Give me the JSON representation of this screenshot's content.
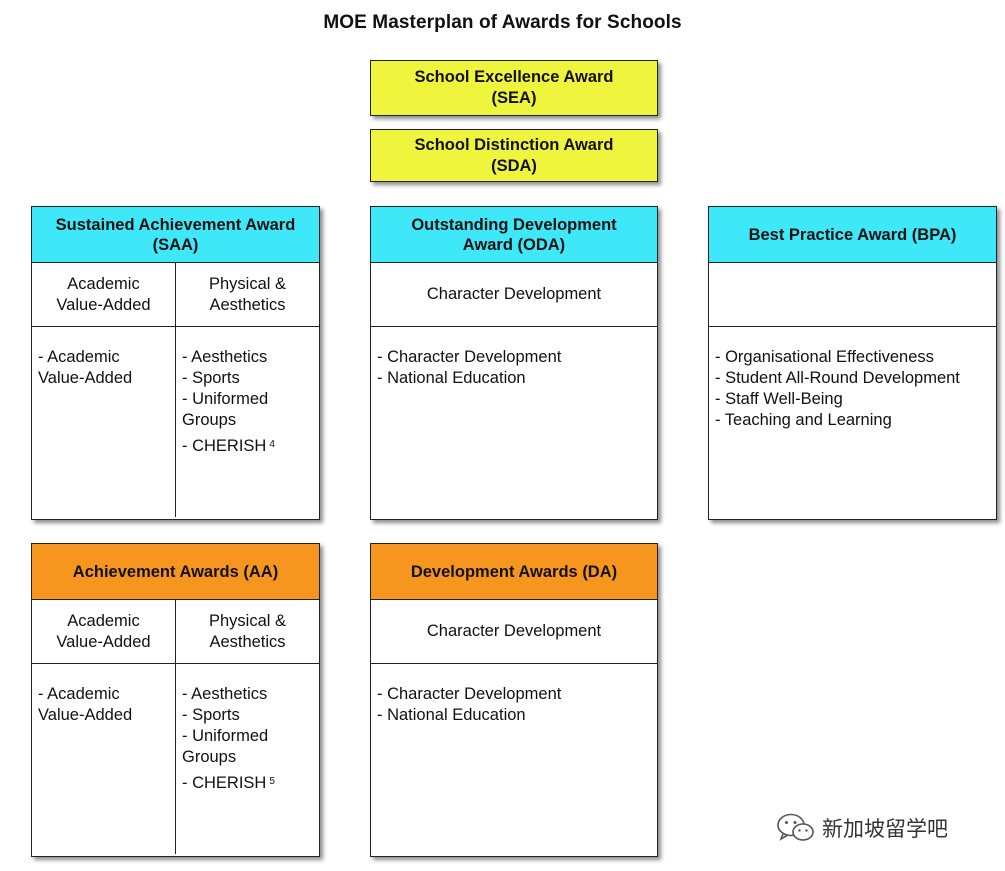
{
  "title": "MOE Masterplan of Awards for Schools",
  "sea": {
    "line1": "School Excellence Award",
    "line2": "(SEA)"
  },
  "sda": {
    "line1": "School Distinction Award",
    "line2": "(SDA)"
  },
  "saa": {
    "line1": "Sustained Achievement Award",
    "line2": "(SAA)",
    "categories": [
      {
        "line1": "Academic",
        "line2": "Value-Added"
      },
      {
        "line1": "Physical &",
        "line2": "Aesthetics"
      }
    ],
    "left_items": [
      "- Academic",
      "Value-Added"
    ],
    "right_items": [
      "- Aesthetics",
      "- Sports",
      "- Uniformed",
      "Groups"
    ],
    "cherish": "- CHERISH",
    "cherish_note": "4"
  },
  "oda": {
    "line1": "Outstanding Development",
    "line2": "Award (ODA)",
    "category": "Character Development",
    "items": [
      "- Character Development",
      "- National Education"
    ]
  },
  "bpa": {
    "label": "Best Practice Award (BPA)",
    "items": [
      "- Organisational Effectiveness",
      "- Student All-Round Development",
      "- Staff Well-Being",
      "- Teaching and Learning"
    ]
  },
  "aa": {
    "label": "Achievement Awards (AA)",
    "categories": [
      {
        "line1": "Academic",
        "line2": "Value-Added"
      },
      {
        "line1": "Physical &",
        "line2": "Aesthetics"
      }
    ],
    "left_items": [
      "- Academic",
      "Value-Added"
    ],
    "right_items": [
      "- Aesthetics",
      "- Sports",
      "- Uniformed",
      "Groups"
    ],
    "cherish": "- CHERISH",
    "cherish_note": "5"
  },
  "da": {
    "label": "Development Awards (DA)",
    "category": "Character Development",
    "items": [
      "- Character Development",
      "- National Education"
    ]
  },
  "watermark": {
    "text": "新加坡留学吧",
    "icon": "wechat-icon"
  },
  "colors": {
    "yellow": "#eef53c",
    "cyan": "#3ee8f8",
    "orange": "#f7961e"
  }
}
